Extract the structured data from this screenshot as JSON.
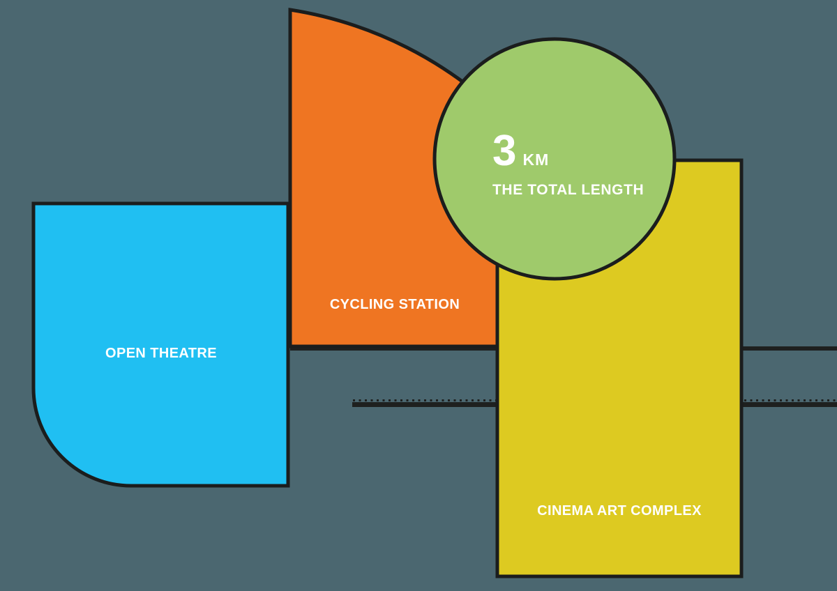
{
  "palette": {
    "background": "#4B6770",
    "outline": "#1B1D1D",
    "road": "#1E201F",
    "text": "#FFFFFF"
  },
  "map": {
    "areas": {
      "open_theatre": {
        "label": "OPEN THEATRE",
        "color": "#20BFF2"
      },
      "cycling_station": {
        "label": "CYCLING STATION",
        "color": "#EF7522"
      },
      "cinema_art_complex": {
        "label": "CINEMA ART COMPLEX",
        "color": "#DDCA21"
      }
    },
    "badge": {
      "value": "3",
      "unit": "KM",
      "caption": "THE TOTAL LENGTH",
      "color": "#9FCA6B"
    }
  }
}
